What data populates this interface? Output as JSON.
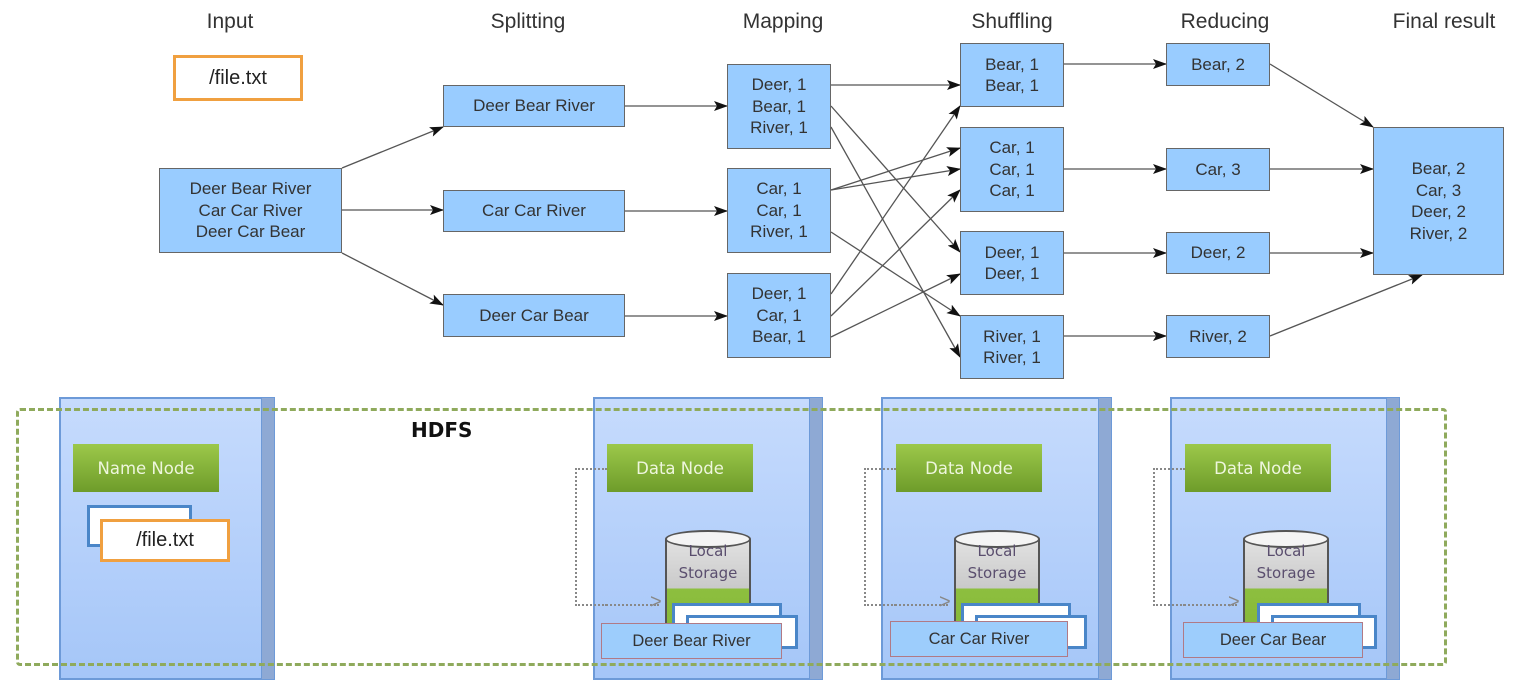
{
  "stages": {
    "input": "Input",
    "splitting": "Splitting",
    "mapping": "Mapping",
    "shuffling": "Shuffling",
    "reducing": "Reducing",
    "final": "Final result"
  },
  "input_file": "/file.txt",
  "input_box": [
    "Deer Bear River",
    "Car Car River",
    "Deer Car Bear"
  ],
  "splits": [
    "Deer Bear River",
    "Car Car River",
    "Deer Car Bear"
  ],
  "maps": [
    [
      "Deer, 1",
      "Bear, 1",
      "River, 1"
    ],
    [
      "Car, 1",
      "Car, 1",
      "River, 1"
    ],
    [
      "Deer, 1",
      "Car, 1",
      "Bear, 1"
    ]
  ],
  "shuffles": [
    [
      "Bear, 1",
      "Bear, 1"
    ],
    [
      "Car, 1",
      "Car, 1",
      "Car, 1"
    ],
    [
      "Deer, 1",
      "Deer, 1"
    ],
    [
      "River, 1",
      "River, 1"
    ]
  ],
  "reduces": [
    "Bear, 2",
    "Car, 3",
    "Deer, 2",
    "River, 2"
  ],
  "final_result": [
    "Bear, 2",
    "Car, 3",
    "Deer, 2",
    "River, 2"
  ],
  "hdfs": {
    "label": "HDFS",
    "name_node": {
      "label": "Name Node",
      "file": "/file.txt"
    },
    "data_nodes": [
      {
        "label": "Data Node",
        "storage": [
          "Local",
          "Storage"
        ],
        "block": "Deer  Bear River"
      },
      {
        "label": "Data Node",
        "storage": [
          "Local",
          "Storage"
        ],
        "block": "Car  Car River"
      },
      {
        "label": "Data Node",
        "storage": [
          "Local",
          "Storage"
        ],
        "block": "Deer  Car Bear"
      }
    ]
  },
  "colors": {
    "box_fill": "#99ccff",
    "file_border": "#f0a040",
    "node_green": "#7fae34",
    "hdfs_dash": "#8faa5c"
  }
}
